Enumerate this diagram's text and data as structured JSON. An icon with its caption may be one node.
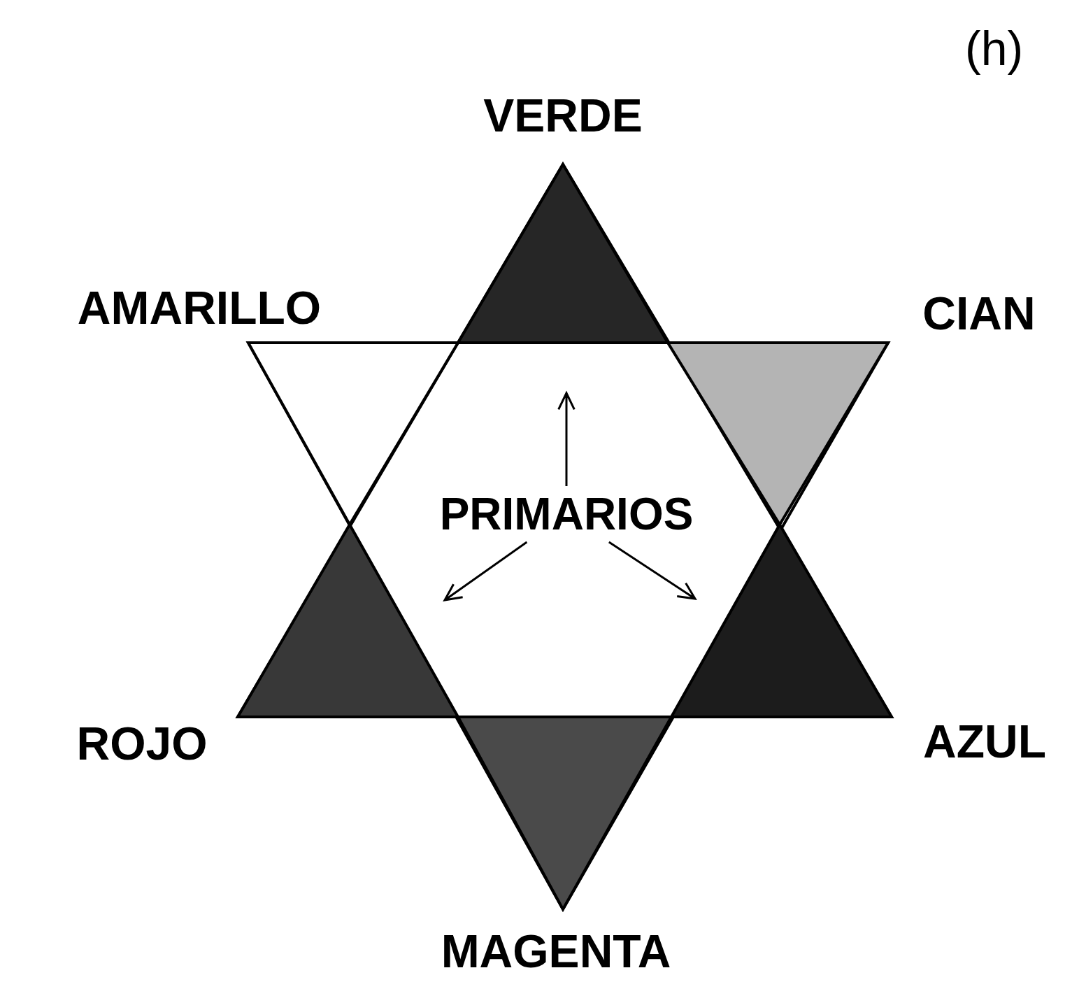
{
  "diagram": {
    "nodes": [
      {
        "text": [],
        "shape": "triangle",
        "beside": [
          "VERDE"
        ]
      },
      {
        "text": [],
        "shape": "triangle",
        "beside": [
          "AMARILLO"
        ]
      },
      {
        "text": [],
        "shape": "triangle",
        "beside": [
          "CIAN"
        ]
      },
      {
        "text": [],
        "shape": "triangle",
        "beside": [
          "ROJO"
        ]
      },
      {
        "text": [],
        "shape": "triangle",
        "beside": [
          "AZUL"
        ]
      },
      {
        "text": [],
        "shape": "triangle",
        "beside": [
          "MAGENTA"
        ]
      },
      {
        "text": [
          "PRIMARIOS"
        ]
      }
    ],
    "edges": [
      {
        "from": 6,
        "to": null,
        "arrow": "to"
      },
      {
        "from": 6,
        "to": null,
        "arrow": "to"
      },
      {
        "from": 6,
        "to": null,
        "arrow": "to"
      }
    ],
    "labels": [
      "(h)"
    ]
  }
}
